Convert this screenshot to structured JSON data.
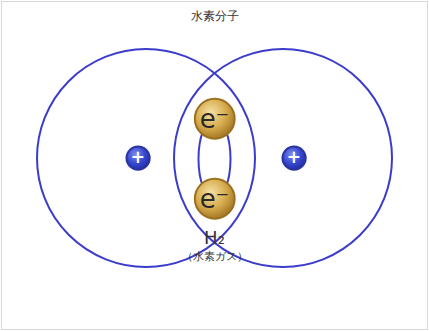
{
  "diagram": {
    "title": "水素分子",
    "nodes": [
      {
        "text": [
          "e⁻"
        ]
      },
      {
        "text": [
          "+"
        ]
      },
      {
        "text": [
          "+"
        ]
      },
      {
        "text": [
          "e⁻"
        ]
      }
    ],
    "labels": [
      "H₂",
      "（水素ガス）"
    ]
  }
}
